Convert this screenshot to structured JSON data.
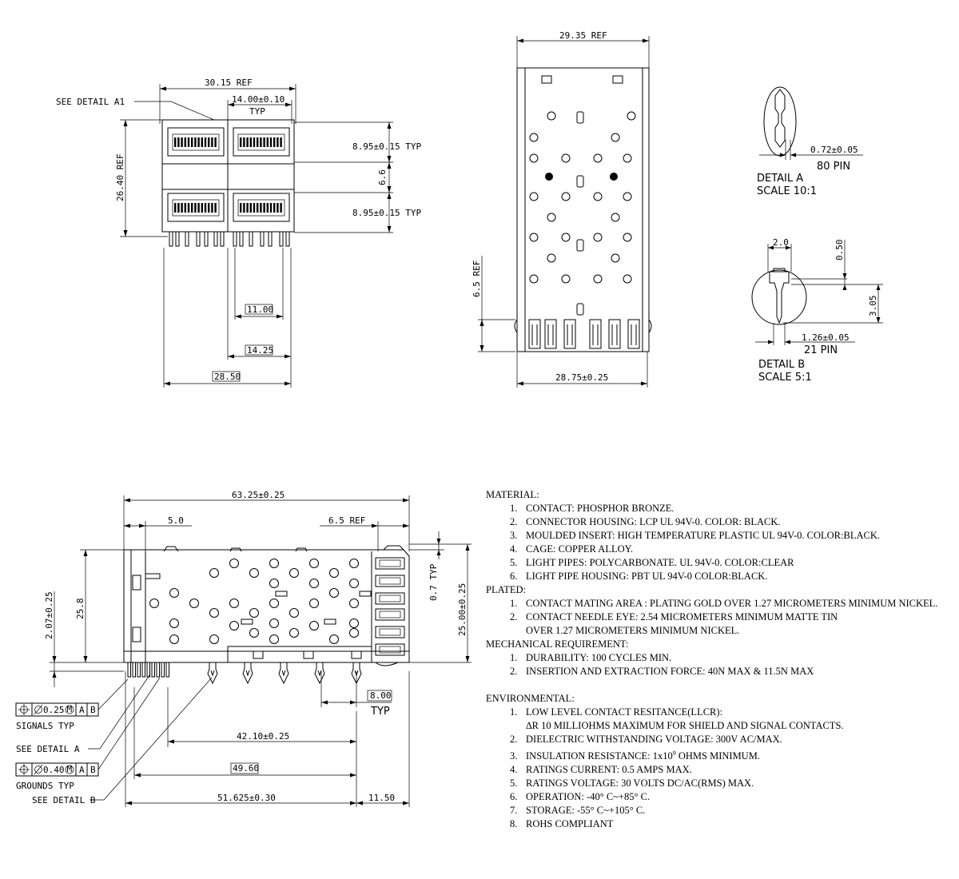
{
  "top_front": {
    "dims": {
      "width_ref": "30.15 REF",
      "pitch": "14.00±0.10",
      "pitch_typ": "TYP",
      "height_ref": "26.40 REF",
      "port_h_top": "8.95±0.15 TYP",
      "gap": "6.6",
      "port_h_bot": "8.95±0.15 TYP",
      "d1100": "11.00",
      "d1425": "14.25",
      "d2850": "28.50"
    },
    "callout_detail_a1": "SEE DETAIL A1"
  },
  "top_side": {
    "dims": {
      "width_ref": "29.35 REF",
      "height_ref": "6.5 REF",
      "width": "28.75±0.25"
    }
  },
  "detail_a": {
    "dim": "0.72±0.05",
    "pins": "80 PIN",
    "title": "DETAIL A",
    "scale": "SCALE 10:1"
  },
  "detail_b": {
    "dim_w": "2.0",
    "dim_h": "0.50",
    "dim_len": "3.05",
    "dim_d": "1.26±0.05",
    "pins": "21 PIN",
    "title": "DETAIL B",
    "scale": "SCALE 5:1"
  },
  "bottom_view": {
    "dims": {
      "length": "63.25±0.25",
      "d50": "5.0",
      "d65": "6.5 REF",
      "d07": "0.7 TYP",
      "d25": "25.00±0.25",
      "d258": "25.8",
      "d207": "2.07±0.25",
      "d800": "8.00",
      "d800_typ": "TYP",
      "d4210": "42.10±0.25",
      "d4960": "49.60",
      "d51625": "51.625±0.30",
      "d1150": "11.50"
    },
    "fcf_signals": {
      "tol": "0.25",
      "mod": "M",
      "a": "A",
      "b": "B",
      "label": "SIGNALS TYP"
    },
    "fcf_grounds": {
      "tol": "0.40",
      "mod": "M",
      "a": "A",
      "b": "B",
      "label": "GROUNDS TYP"
    },
    "see_detail_a": "SEE DETAIL A",
    "see_detail_b": "SEE DETAIL B"
  },
  "notes": {
    "material_title": "MATERIAL:",
    "material": [
      "CONTACT: PHOSPHOR BRONZE.",
      "CONNECTOR HOUSING: LCP UL 94V-0. COLOR: BLACK.",
      "MOULDED INSERT: HIGH TEMPERATURE PLASTIC UL 94V-0. COLOR:BLACK.",
      "CAGE: COPPER ALLOY.",
      "LIGHT PIPES: POLYCARBONATE. UL 94V-0. COLOR:CLEAR",
      "LIGHT PIPE HOUSING: PBT UL 94V-0 COLOR:BLACK."
    ],
    "plated_title": "PLATED:",
    "plated_1": "CONTACT MATING AREA : PLATING GOLD OVER 1.27 MICROMETERS MINIMUM NICKEL.",
    "plated_2": "CONTACT NEEDLE EYE: 2.54 MICROMETERS MINIMUM MATTE TIN",
    "plated_2b": "OVER 1.27 MICROMETERS MINIMUM NICKEL.",
    "mech_title": "MECHANICAL REQUIREMENT:",
    "mech_1": "DURABILITY: 100 CYCLES MIN.",
    "mech_2": "INSERTION AND EXTRACTION FORCE: 40N MAX & 11.5N MAX",
    "env_title": "ENVIRONMENTAL:",
    "env_1": "LOW LEVEL CONTACT RESITANCE(LLCR):",
    "env_1b": "∆R 10 MILLIOHMS MAXIMUM FOR SHIELD AND SIGNAL CONTACTS.",
    "env_2": "DIELECTRIC WITHSTANDING VOLTAGE: 300V AC/MAX.",
    "env_3a": "INSULATION RESISTANCE: 1x10",
    "env_3sup": "9",
    "env_3b": " OHMS MINIMUM.",
    "env_4": "RATINGS CURRENT: 0.5 AMPS MAX.",
    "env_5": "RATINGS VOLTAGE: 30 VOLTS DC/AC(RMS) MAX.",
    "env_6": "OPERATION: -40° C~+85° C.",
    "env_7": "STORAGE:   -55° C~+105° C.",
    "env_8": "ROHS COMPLIANT"
  }
}
